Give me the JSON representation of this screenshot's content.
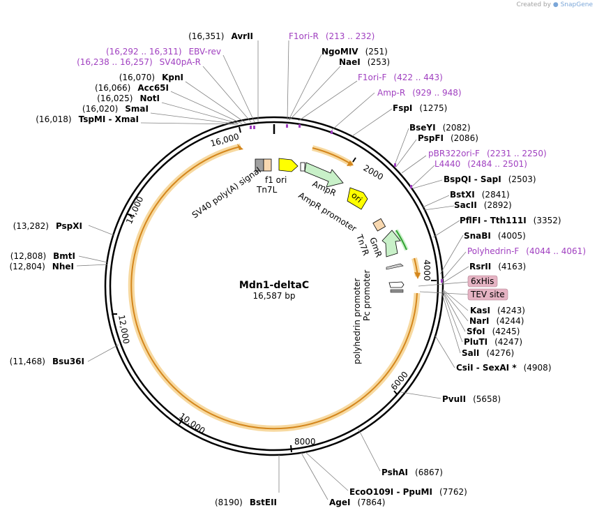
{
  "credit": {
    "prefix": "Created by",
    "brand": "SnapGene"
  },
  "plasmid": {
    "name": "Mdn1-deltaC",
    "length_label": "16,587 bp",
    "length": 16587
  },
  "ticks": [
    "2000",
    "4000",
    "6000",
    "8000",
    "10,000",
    "12,000",
    "14,000",
    "16,000"
  ],
  "sites_left": [
    {
      "pos": "(16,351)",
      "name": "AvrII"
    },
    {
      "pos": "(16,292 .. 16,311)",
      "name": "EBV-rev",
      "primer": true
    },
    {
      "pos": "(16,238 .. 16,257)",
      "name": "SV40pA-R",
      "primer": true
    },
    {
      "pos": "(16,070)",
      "name": "KpnI"
    },
    {
      "pos": "(16,066)",
      "name": "Acc65I"
    },
    {
      "pos": "(16,025)",
      "name": "NotI"
    },
    {
      "pos": "(16,020)",
      "name": "SmaI"
    },
    {
      "pos": "(16,018)",
      "name": "TspMI  -  XmaI"
    },
    {
      "pos": "(13,282)",
      "name": "PspXI"
    },
    {
      "pos": "(12,808)",
      "name": "BmtI"
    },
    {
      "pos": "(12,804)",
      "name": "NheI"
    },
    {
      "pos": "(11,468)",
      "name": "Bsu36I"
    },
    {
      "pos": "(8190)",
      "name": "BstEII"
    }
  ],
  "sites_right": [
    {
      "name": "F1ori-R",
      "pos": "(213 .. 232)",
      "primer": true
    },
    {
      "name": "NgoMIV",
      "pos": "(251)"
    },
    {
      "name": "NaeI",
      "pos": "(253)"
    },
    {
      "name": "F1ori-F",
      "pos": "(422 .. 443)",
      "primer": true
    },
    {
      "name": "Amp-R",
      "pos": "(929 .. 948)",
      "primer": true
    },
    {
      "name": "FspI",
      "pos": "(1275)"
    },
    {
      "name": "BseYI",
      "pos": "(2082)"
    },
    {
      "name": "PspFI",
      "pos": "(2086)"
    },
    {
      "name": "pBR322ori-F",
      "pos": "(2231 .. 2250)",
      "primer": true
    },
    {
      "name": "L4440",
      "pos": "(2484 .. 2501)",
      "primer": true
    },
    {
      "name": "BspQI  -  SapI",
      "pos": "(2503)"
    },
    {
      "name": "BstXI",
      "pos": "(2841)"
    },
    {
      "name": "SacII",
      "pos": "(2892)"
    },
    {
      "name": "PflFI  -  Tth111I",
      "pos": "(3352)"
    },
    {
      "name": "SnaBI",
      "pos": "(4005)"
    },
    {
      "name": "Polyhedrin-F",
      "pos": "(4044 .. 4061)",
      "primer": true
    },
    {
      "name": "RsrII",
      "pos": "(4163)"
    },
    {
      "name": "KasI",
      "pos": "(4243)"
    },
    {
      "name": "NarI",
      "pos": "(4244)"
    },
    {
      "name": "SfoI",
      "pos": "(4245)"
    },
    {
      "name": "PluTI",
      "pos": "(4247)"
    },
    {
      "name": "SalI",
      "pos": "(4276)"
    },
    {
      "name": "CsiI  -  SexAI *",
      "pos": "(4908)"
    },
    {
      "name": "PvuII",
      "pos": "(5658)"
    },
    {
      "name": "PshAI",
      "pos": "(6867)"
    },
    {
      "name": "EcoO109I  -  PpuMI",
      "pos": "(7762)"
    },
    {
      "name": "AgeI",
      "pos": "(7864)"
    }
  ],
  "tags": [
    "6xHis",
    "TEV site"
  ],
  "features": [
    "SV40 poly(A) signal",
    "Tn7L",
    "f1 ori",
    "AmpR",
    "AmpR promoter",
    "ori",
    "Tn7R",
    "GmR",
    "Pc promoter",
    "polyhedrin promoter"
  ],
  "colors": {
    "primer": "#a040c0",
    "gene_green": "#c8f0c8",
    "yellow": "#ffff00",
    "orf": "#d4861c",
    "tag": "#e5b3c3"
  }
}
